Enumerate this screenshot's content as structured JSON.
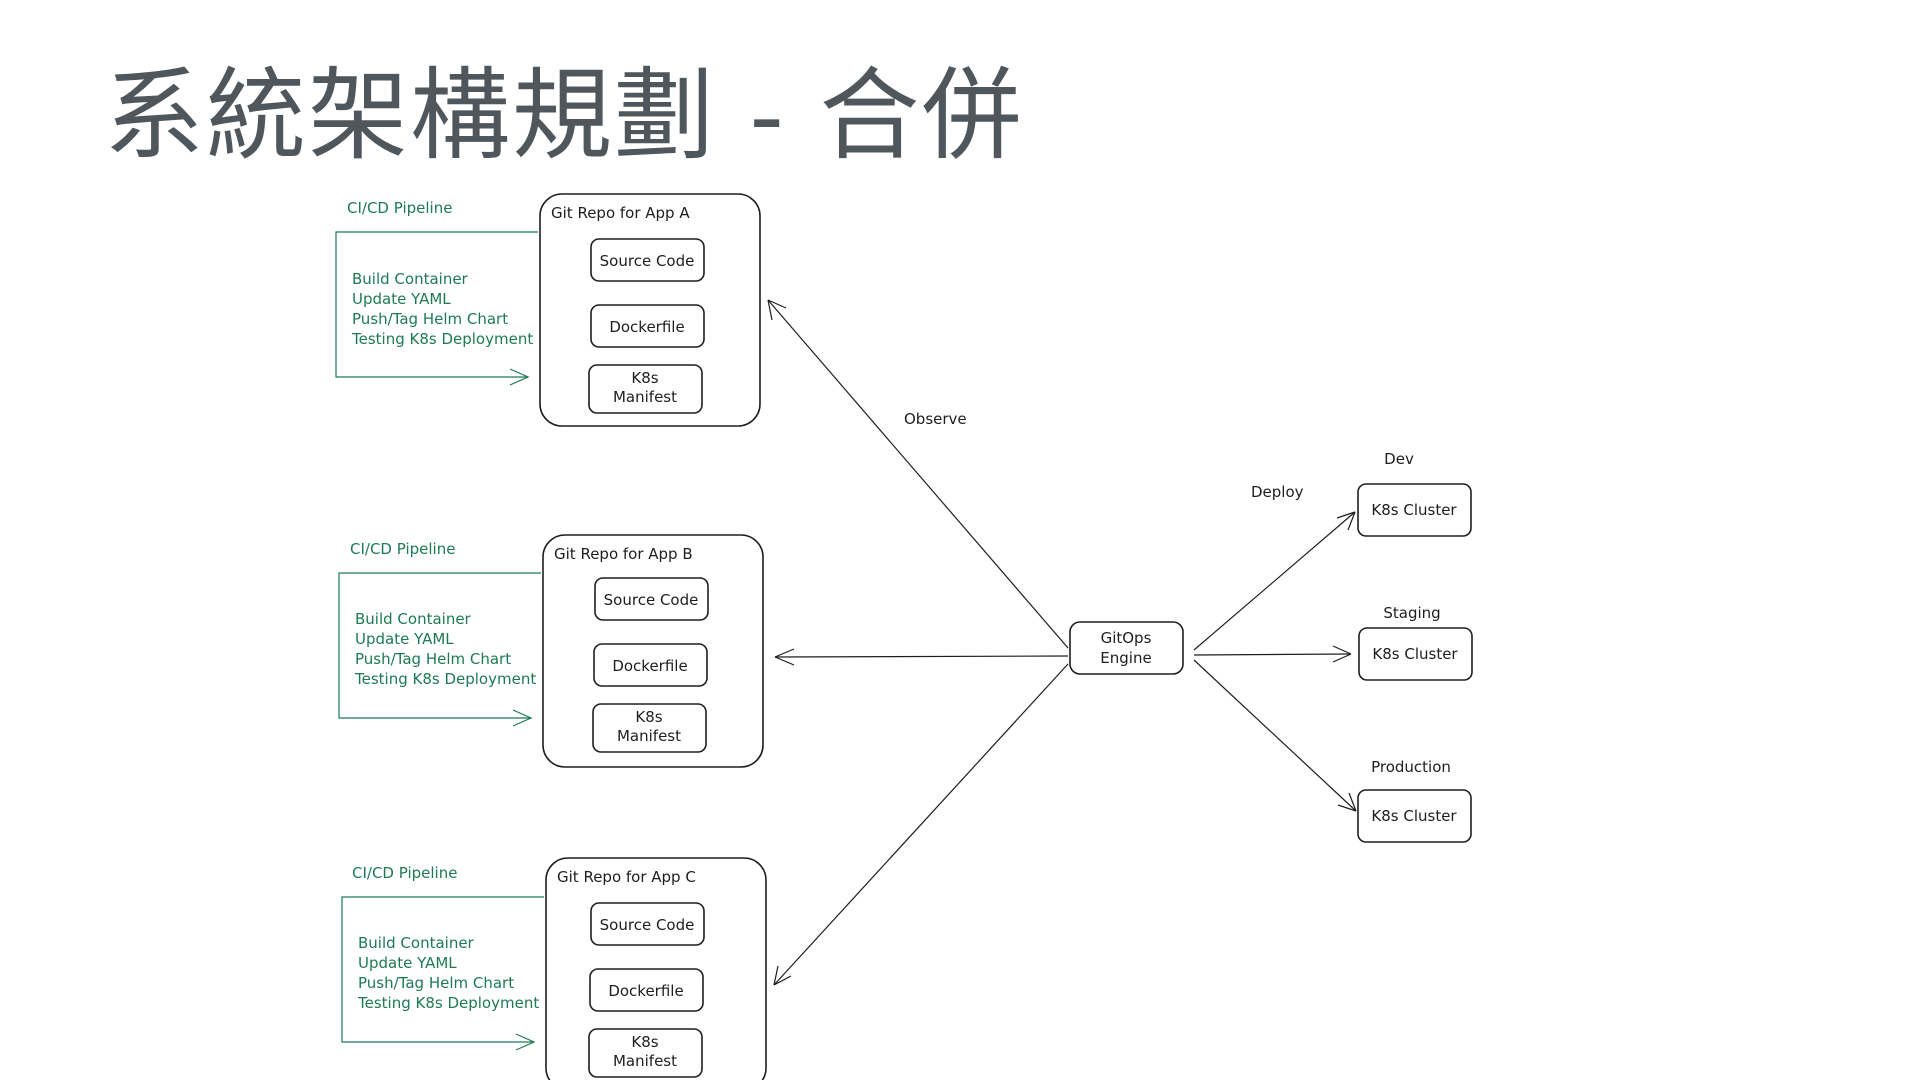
{
  "title": "系統架構規劃 - 合併",
  "apps": [
    {
      "repo_title": "Git Repo for App A",
      "pipeline_label": "CI/CD Pipeline",
      "pipeline_steps": [
        "Build Container",
        "Update YAML",
        "Push/Tag Helm Chart",
        "Testing K8s Deployment"
      ],
      "items": [
        "Source Code",
        "Dockerfile",
        "K8s Manifest"
      ]
    },
    {
      "repo_title": "Git Repo for App B",
      "pipeline_label": "CI/CD Pipeline",
      "pipeline_steps": [
        "Build Container",
        "Update YAML",
        "Push/Tag Helm Chart",
        "Testing K8s Deployment"
      ],
      "items": [
        "Source Code",
        "Dockerfile",
        "K8s Manifest"
      ]
    },
    {
      "repo_title": "Git Repo for App C",
      "pipeline_label": "CI/CD Pipeline",
      "pipeline_steps": [
        "Build Container",
        "Update YAML",
        "Push/Tag Helm Chart",
        "Testing K8s Deployment"
      ],
      "items": [
        "Source Code",
        "Dockerfile",
        "K8s Manifest"
      ]
    }
  ],
  "engine": {
    "line1": "GitOps",
    "line2": "Engine"
  },
  "observe_label": "Observe",
  "deploy_label": "Deploy",
  "clusters": [
    {
      "env": "Dev",
      "label": "K8s Cluster"
    },
    {
      "env": "Staging",
      "label": "K8s Cluster"
    },
    {
      "env": "Production",
      "label": "K8s Cluster"
    }
  ],
  "colors": {
    "line": "#1e1e1e",
    "pipeline": "#1e7a55",
    "title": "#4f565c"
  }
}
